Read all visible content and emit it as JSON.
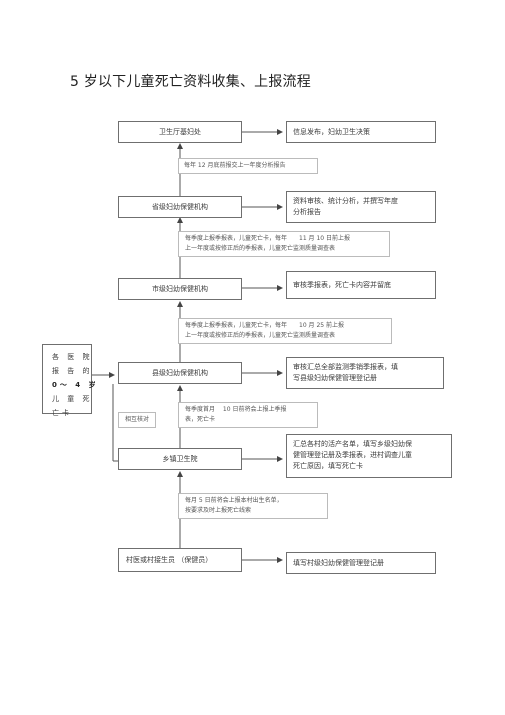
{
  "title": "5 岁以下儿童死亡资料收集、上报流程",
  "nodes": {
    "wsb": "卫生厅基妇处",
    "sheng": "省级妇幼保健机构",
    "shi": "市级妇幼保健机构",
    "xian": "县级妇幼保健机构",
    "xiang": "乡镇卫生院",
    "cun": "村医或村接生员 （保健员）"
  },
  "notes": {
    "n1": "每年 12 月底前报交上一年度分析报告",
    "n2": [
      "每季度上报季报表，儿童死亡卡，每年　　11 月 10 日前上报",
      "上一年度或按修正后的季报表，儿童死亡监测质量调查表"
    ],
    "n3": [
      "每季度上报季报表，儿童死亡卡，每年　　10 月 25 前上报",
      "上一年度或按修正后的季报表，儿童死亡监测质量调查表"
    ],
    "n4": [
      "每季度首月　 10 日前将会上报上季报",
      "表，死亡卡"
    ],
    "n5": [
      "每月 5 日前将会上报本村出生名单，",
      "按要求及时上报死亡线索"
    ]
  },
  "side_notes": {
    "s1": "信息发布，妇幼卫生决策",
    "s2": [
      "资料审核、统计分析，并撰写年度",
      "分析报告"
    ],
    "s3": "审核季报表，死亡卡内容并留底",
    "s4": [
      "审核汇总全部监测季销季报表，填",
      "写县级妇幼保健管理登记册"
    ],
    "s5": [
      "汇总各村的活产名单，填写乡级妇幼保",
      "健管理登记册及季报表，进村调查儿童",
      "死亡原因，填写死亡卡"
    ],
    "s6": "填写村级妇幼保健管理登记册"
  },
  "hospital": {
    "lines": [
      "各 医 院",
      "报 告 的",
      "0～ 4 岁",
      "儿 童 死",
      "亡卡"
    ]
  },
  "check_label": "相互核对"
}
